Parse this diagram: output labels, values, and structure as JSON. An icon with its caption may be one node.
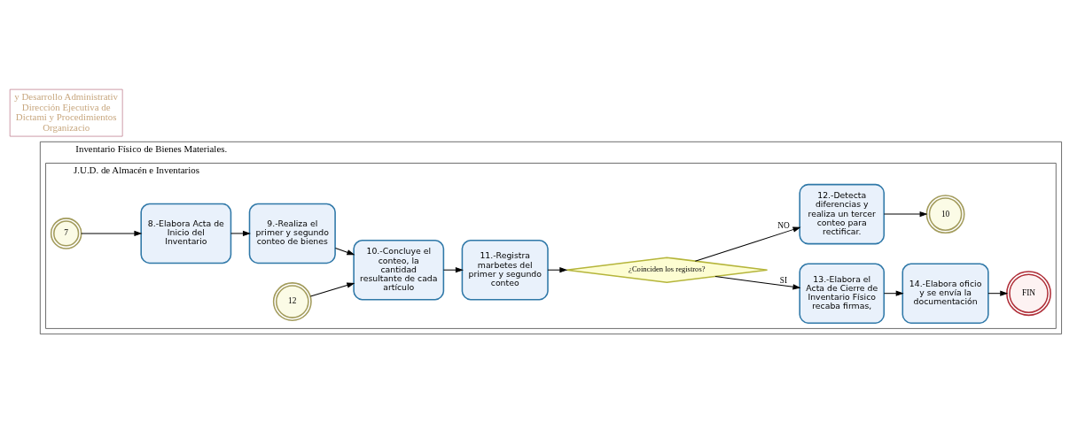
{
  "diagram": {
    "nodes": [
      {
        "text": [
          "Inventario Físico de Bienes Materiales."
        ]
      },
      {
        "text": [
          "J.U.D. de Almacén e Inventarios"
        ],
        "in": 0
      },
      {
        "text": [
          "7"
        ],
        "in": 1
      },
      {
        "text": [
          "8.-Elabora Acta de Inicio del Inventario"
        ],
        "in": 1
      },
      {
        "text": [
          "9.-Realiza el primer y segundo conteo de bienes"
        ],
        "in": 1
      },
      {
        "text": [
          "12"
        ],
        "in": 1
      },
      {
        "text": [
          "10.-Concluye el conteo, la cantidad resultante de cada artículo"
        ],
        "in": 1
      },
      {
        "text": [
          "11.-Registra marbetes del primer y segundo conteo"
        ],
        "in": 1
      },
      {
        "text": [
          "¿Coinciden los registros?"
        ],
        "in": 1
      },
      {
        "text": [
          "13.-Elabora el Acta de Cierre de Inventario Físico recaba firmas,"
        ],
        "in": 1
      },
      {
        "text": [
          "14.-Elabora oficio y se envía la documentación"
        ],
        "in": 1
      },
      {
        "text": [
          "FIN"
        ],
        "in": 1
      },
      {
        "text": [
          "12.-Detecta diferencias y realiza un tercer conteo para rectificar."
        ],
        "in": 1
      },
      {
        "text": [
          "10"
        ],
        "in": 1
      },
      {
        "text": [
          "y Desarrollo Administrativ Dirección Ejecutiva de Dictami y Procedimientos Organizacio"
        ]
      }
    ],
    "edges": [
      {
        "from": 2,
        "to": 3,
        "arrow": "to"
      },
      {
        "from": 3,
        "to": 4,
        "arrow": "to"
      },
      {
        "from": 4,
        "to": 6,
        "arrow": "to"
      },
      {
        "from": 5,
        "to": 6,
        "arrow": "to"
      },
      {
        "from": 6,
        "to": 7,
        "arrow": "to"
      },
      {
        "from": 7,
        "to": 8,
        "arrow": "to"
      },
      {
        "from": 8,
        "to": 9,
        "arrow": "to",
        "label": "SI"
      },
      {
        "from": 9,
        "to": 10,
        "arrow": "to"
      },
      {
        "from": 10,
        "to": 11,
        "arrow": "to"
      },
      {
        "from": 8,
        "to": 12,
        "arrow": "to",
        "label": "NO"
      },
      {
        "from": 12,
        "to": 13,
        "arrow": "to"
      }
    ]
  }
}
